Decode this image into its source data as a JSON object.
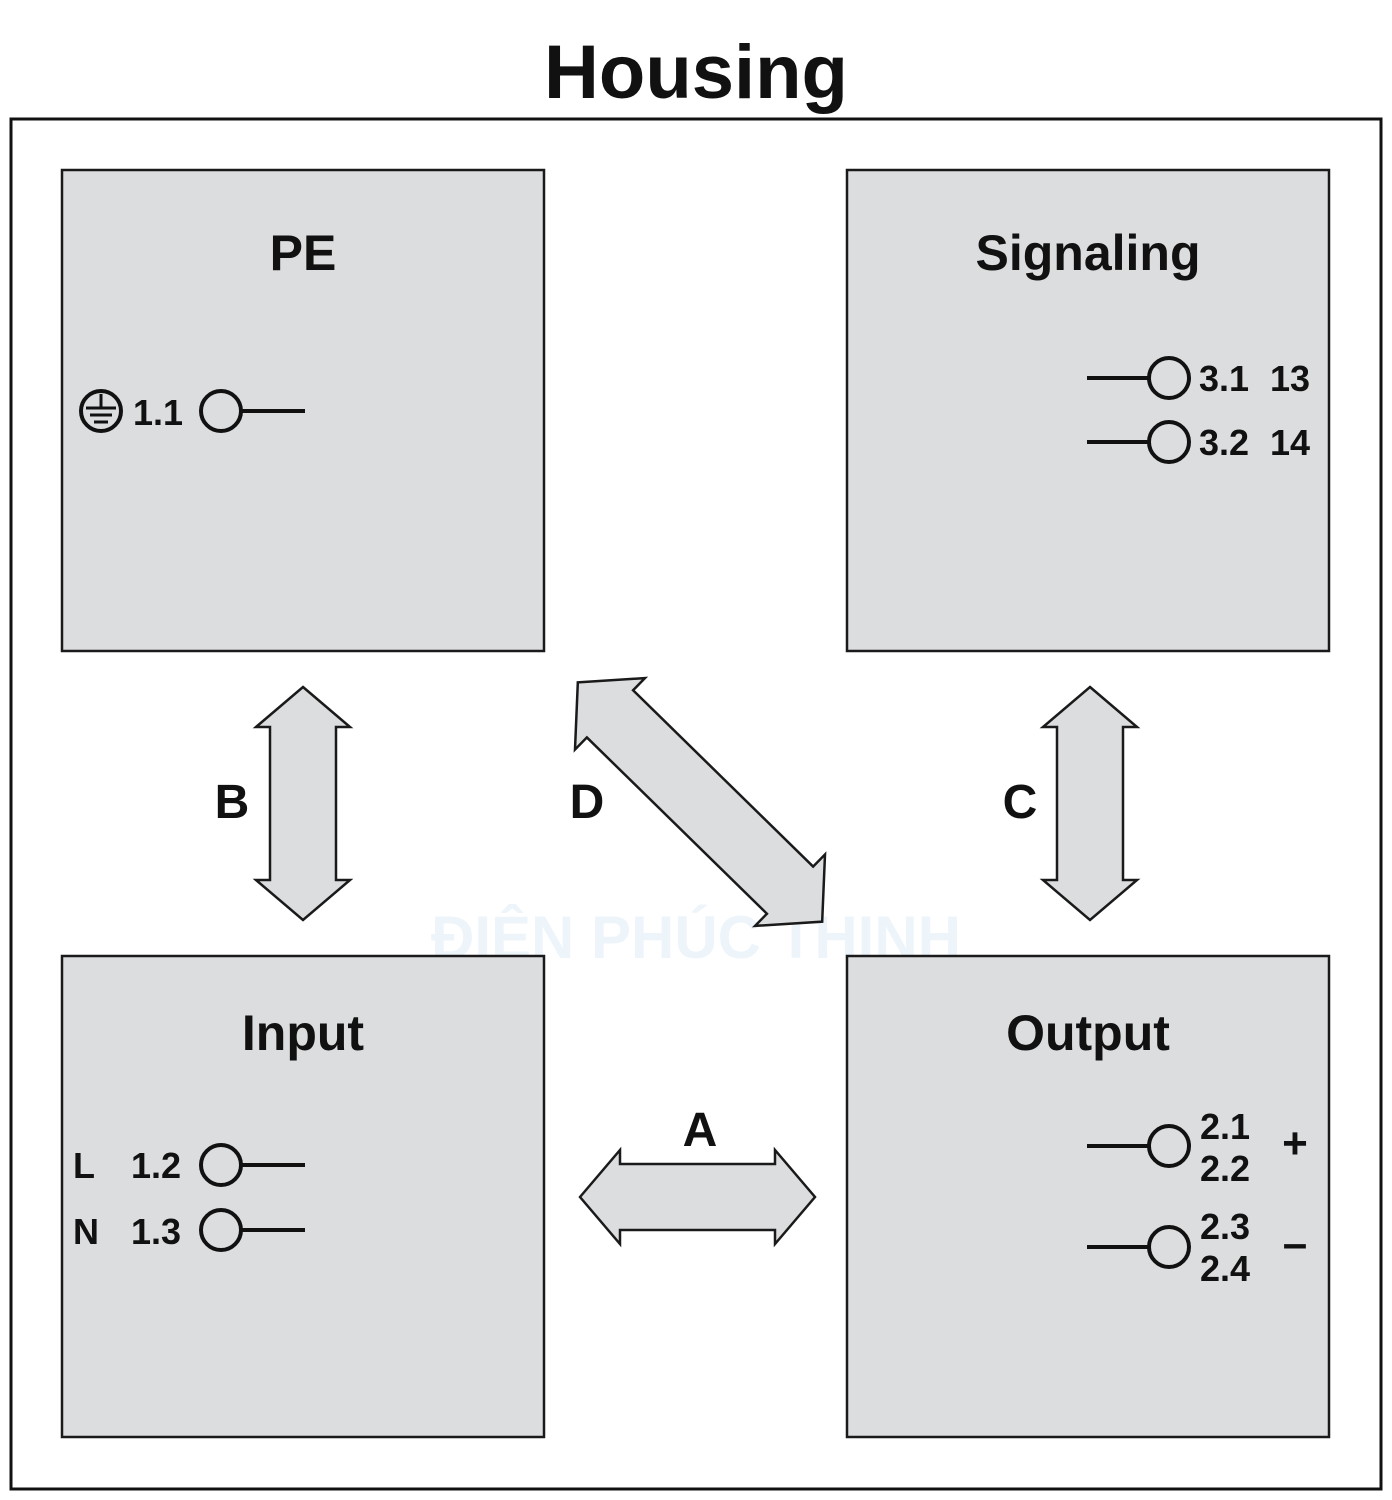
{
  "title": "Housing",
  "colors": {
    "block_fill": "#dcdddf",
    "stroke": "#1a1a1a",
    "background": "#ffffff"
  },
  "watermark": "ĐIỆN PHÚC THỊNH",
  "blocks": {
    "pe": {
      "title": "PE",
      "terminals": [
        {
          "symbol": "ground-icon",
          "id": "1.1"
        }
      ]
    },
    "signaling": {
      "title": "Signaling",
      "terminals": [
        {
          "id": "3.1",
          "pin": "13"
        },
        {
          "id": "3.2",
          "pin": "14"
        }
      ]
    },
    "input": {
      "title": "Input",
      "terminals": [
        {
          "label": "L",
          "id": "1.2"
        },
        {
          "label": "N",
          "id": "1.3"
        }
      ]
    },
    "output": {
      "title": "Output",
      "terminals": [
        {
          "ids": [
            "2.1",
            "2.2"
          ],
          "polarity": "+"
        },
        {
          "ids": [
            "2.3",
            "2.4"
          ],
          "polarity": "–"
        }
      ]
    }
  },
  "connections": {
    "a": "A",
    "b": "B",
    "c": "C",
    "d": "D"
  }
}
